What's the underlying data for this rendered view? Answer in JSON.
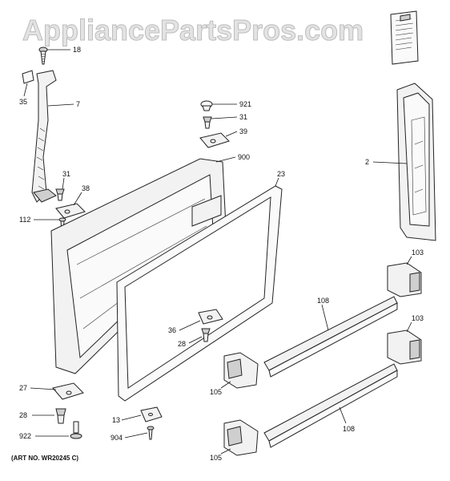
{
  "watermark": "AppliancePartsPros.com",
  "art_number": "(ART NO. WR20245 C)",
  "callouts": {
    "c18": "18",
    "c35": "35",
    "c7": "7",
    "c31a": "31",
    "c38": "38",
    "c112": "112",
    "c921": "921",
    "c31b": "31",
    "c39": "39",
    "c900": "900",
    "c23": "23",
    "c2": "2",
    "c103a": "103",
    "c108a": "108",
    "c103b": "103",
    "c36": "36",
    "c28a": "28",
    "c27": "27",
    "c28b": "28",
    "c922": "922",
    "c13": "13",
    "c904": "904",
    "c105a": "105",
    "c108b": "108",
    "c105b": "105"
  }
}
